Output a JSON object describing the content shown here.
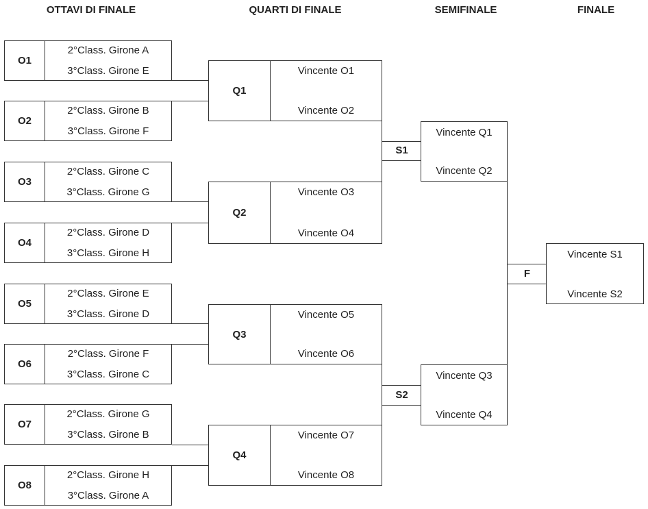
{
  "headers": {
    "ottavi": "OTTAVI DI FINALE",
    "quarti": "QUARTI DI FINALE",
    "semi": "SEMIFINALE",
    "finale": "FINALE"
  },
  "ottavi": [
    {
      "code": "O1",
      "team1": "2°Class. Girone A",
      "team2": "3°Class. Girone E"
    },
    {
      "code": "O2",
      "team1": "2°Class. Girone B",
      "team2": "3°Class. Girone F"
    },
    {
      "code": "O3",
      "team1": "2°Class. Girone C",
      "team2": "3°Class. Girone G"
    },
    {
      "code": "O4",
      "team1": "2°Class. Girone D",
      "team2": "3°Class. Girone H"
    },
    {
      "code": "O5",
      "team1": "2°Class. Girone E",
      "team2": "3°Class. Girone D"
    },
    {
      "code": "O6",
      "team1": "2°Class. Girone F",
      "team2": "3°Class. Girone C"
    },
    {
      "code": "O7",
      "team1": "2°Class. Girone G",
      "team2": "3°Class. Girone B"
    },
    {
      "code": "O8",
      "team1": "2°Class. Girone H",
      "team2": "3°Class. Girone A"
    }
  ],
  "quarti": [
    {
      "code": "Q1",
      "team1": "Vincente O1",
      "team2": "Vincente O2"
    },
    {
      "code": "Q2",
      "team1": "Vincente O3",
      "team2": "Vincente O4"
    },
    {
      "code": "Q3",
      "team1": "Vincente O5",
      "team2": "Vincente O6"
    },
    {
      "code": "Q4",
      "team1": "Vincente O7",
      "team2": "Vincente O8"
    }
  ],
  "semi": [
    {
      "code": "S1",
      "team1": "Vincente Q1",
      "team2": "Vincente Q2"
    },
    {
      "code": "S2",
      "team1": "Vincente Q3",
      "team2": "Vincente Q4"
    }
  ],
  "finale": {
    "code": "F",
    "team1": "Vincente S1",
    "team2": "Vincente S2"
  }
}
